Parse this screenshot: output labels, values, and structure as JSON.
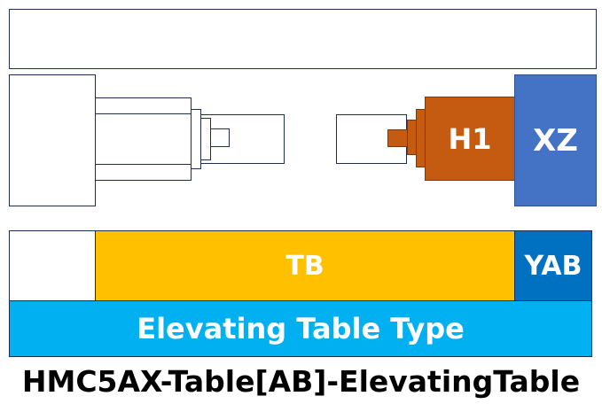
{
  "blocks": {
    "h1": "H1",
    "xz": "XZ",
    "tb": "TB",
    "yab": "YAB"
  },
  "band_label": "Elevating Table Type",
  "caption": "HMC5AX-Table[AB]-ElevatingTable",
  "colors": {
    "h1": "#c55a11",
    "xz": "#4472c4",
    "tb": "#ffc000",
    "yab": "#0070c0",
    "band": "#00b0f0",
    "outline": "#1f2d4f"
  }
}
